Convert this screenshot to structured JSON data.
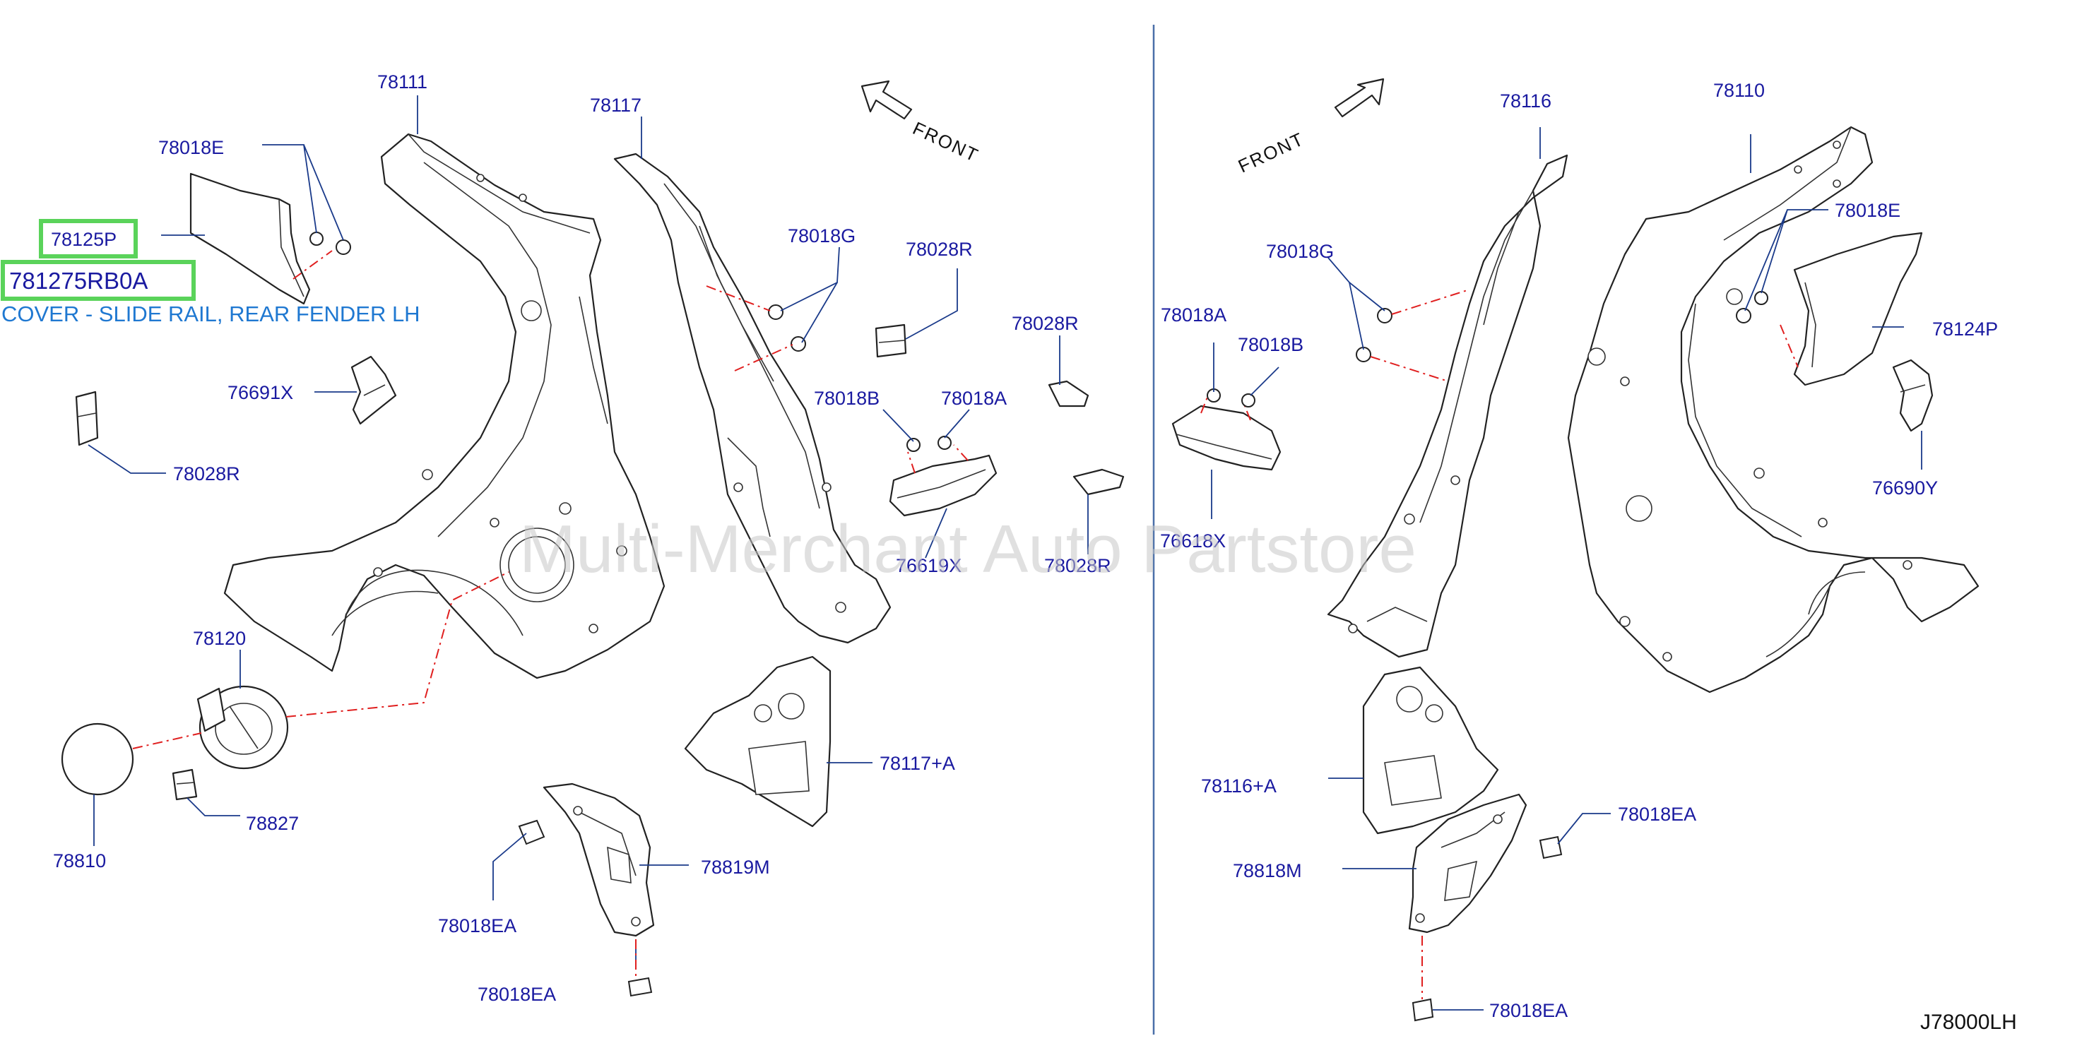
{
  "highlight": {
    "part_a": "78125P",
    "part_b": "781275RB0A",
    "description": "COVER - SLIDE RAIL, REAR FENDER LH"
  },
  "watermark": "Multi-Merchant Auto Partstore",
  "diagram_code": "J78000LH",
  "front_label_left": "FRONT",
  "front_label_right": "FRONT",
  "callouts": {
    "c78111": "78111",
    "c78018E_l": "78018E",
    "c76691X": "76691X",
    "c78028R_l": "78028R",
    "c78120": "78120",
    "c78810": "78810",
    "c78827": "78827",
    "c78117": "78117",
    "c78018G_l": "78018G",
    "c78028R_m1": "78028R",
    "c78028R_m2": "78028R",
    "c78018B_l": "78018B",
    "c78018A_l": "78018A",
    "c76619X": "76619X",
    "c78028R_m3": "78028R",
    "c78117A": "78117+A",
    "c78819M": "78819M",
    "c78018EA_l1": "78018EA",
    "c78018EA_l2": "78018EA",
    "c78116": "78116",
    "c78110": "78110",
    "c78018E_r": "78018E",
    "c78018G_r": "78018G",
    "c78018A_r": "78018A",
    "c78018B_r": "78018B",
    "c78124P": "78124P",
    "c76618X": "76618X",
    "c76690Y": "76690Y",
    "c78116A": "78116+A",
    "c78018EA_r1": "78018EA",
    "c78818M": "78818M",
    "c78018EA_r2": "78018EA"
  },
  "colors": {
    "callout_text": "#1a1aa0",
    "highlight_box": "#5ad35a",
    "description_text": "#1f78d1",
    "dash_line": "#e02020"
  }
}
